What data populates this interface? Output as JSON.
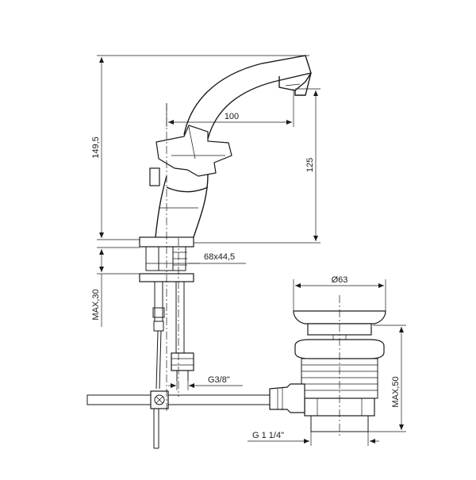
{
  "dimensions": {
    "total_height": "149,5",
    "spout_reach": "100",
    "spout_height": "125",
    "base_size": "68x44,5",
    "max_deck_thickness": "MAX,30",
    "hose_thread": "G3/8\"",
    "drain_diameter": "Ø63",
    "drain_max_length": "MAX,50",
    "drain_thread": "G 1 1/4\""
  },
  "colors": {
    "line": "#1a1a1a",
    "background": "#ffffff"
  }
}
